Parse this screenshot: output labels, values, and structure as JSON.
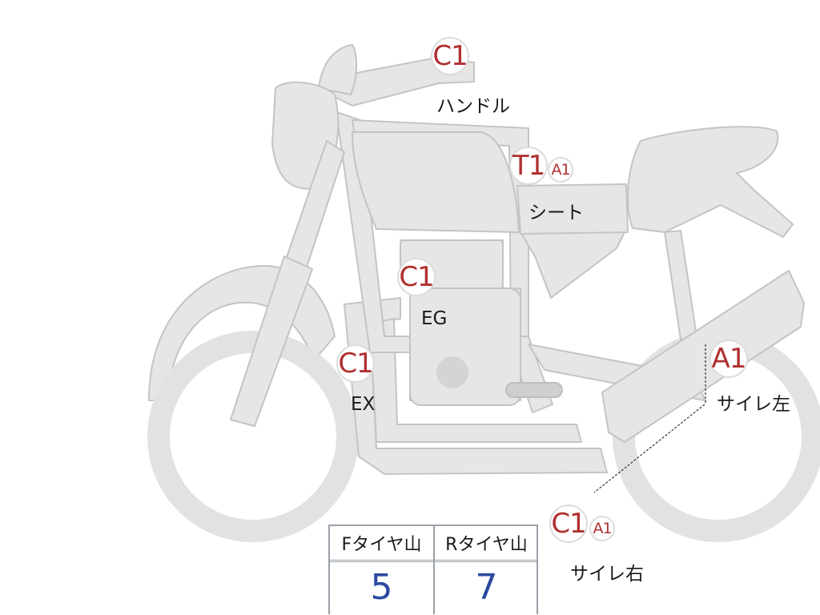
{
  "colors": {
    "body_fill": "#e6e6e4",
    "body_stroke": "#c4c4c2",
    "badge_text": "#b03030",
    "value_text": "#2b4aa0"
  },
  "markers": {
    "handle": {
      "code": "C1",
      "label": "ハンドル"
    },
    "seat": {
      "code": "T1",
      "sub_code": "A1",
      "label": "シート"
    },
    "engine": {
      "code": "C1",
      "label": "EG"
    },
    "exhaust": {
      "code": "C1",
      "label": "EX"
    },
    "muffler_left": {
      "code": "A1",
      "label": "サイレ左"
    },
    "muffler_right": {
      "code": "C1",
      "sub_code": "A1",
      "label": "サイレ右"
    }
  },
  "tire_table": {
    "front_header": "Fタイヤ山",
    "rear_header": "Rタイヤ山",
    "front_value": "5",
    "rear_value": "7"
  }
}
